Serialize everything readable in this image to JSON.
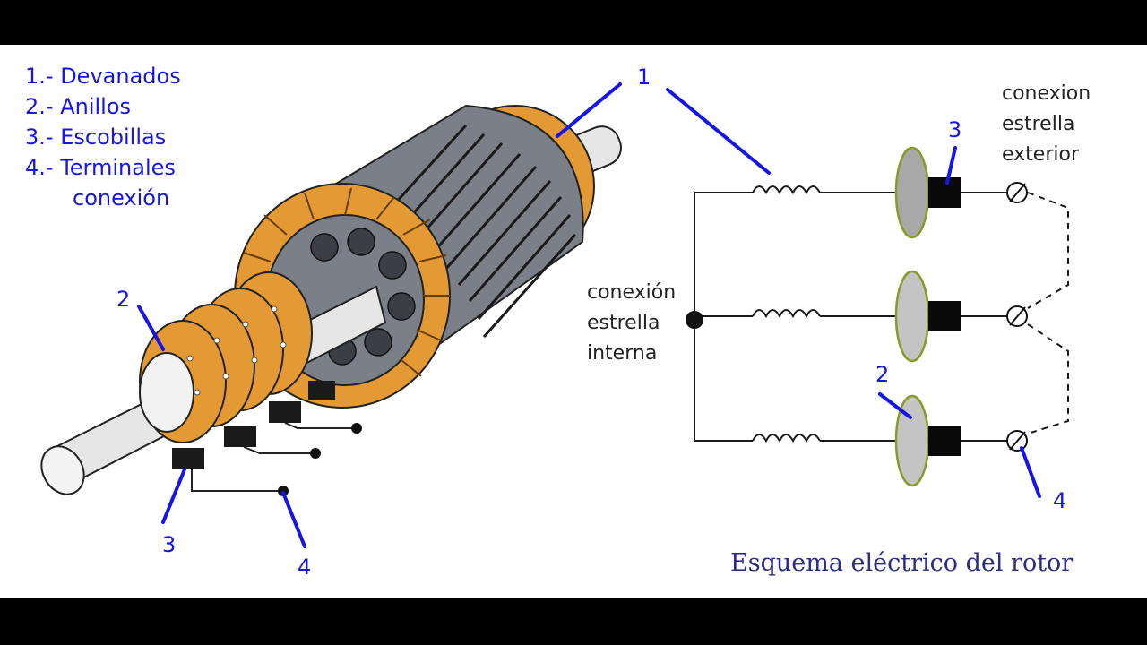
{
  "legend": {
    "items": [
      {
        "number": "1.-",
        "text": "Devanados"
      },
      {
        "number": "2.-",
        "text": "Anillos"
      },
      {
        "number": "3.-",
        "text": "Escobillas"
      },
      {
        "number": "4.-",
        "text": "Terminales"
      }
    ],
    "continuation": "conexión"
  },
  "callouts": {
    "n1": "1",
    "rotor_2": "2",
    "rotor_3": "3",
    "rotor_4": "4",
    "schema_3": "3",
    "schema_2": "2",
    "schema_4": "4"
  },
  "schema_labels": {
    "internal": [
      "conexión",
      "estrella",
      "interna"
    ],
    "external": [
      "conexion",
      "estrella",
      "exterior"
    ]
  },
  "caption": "Esquema eléctrico del rotor",
  "colors": {
    "label_blue": "#1515e8",
    "caption_navy": "#2b2b88",
    "copper": "#e39a34",
    "core_gray": "#7b7f88",
    "ring_gray": "#c9c9c9",
    "ring_outline": "#8a9a2a"
  }
}
